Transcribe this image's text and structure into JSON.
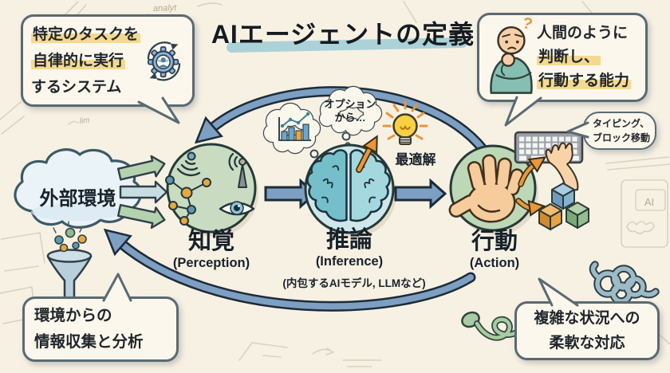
{
  "title": "AIエージェントの定義",
  "bubbles": {
    "top_left": {
      "line1": "特定のタスクを",
      "line2": "自律的に実行",
      "line3": "するシステム"
    },
    "top_right": {
      "question_mark": "?",
      "line1": "人間のように",
      "line2": "判断し、",
      "line3": "行動する能力"
    },
    "typing": {
      "line1": "タイピング、",
      "line2": "ブロック移動"
    },
    "bottom_left": {
      "line1": "環境からの",
      "line2": "情報収集と分析"
    },
    "bottom_right": {
      "line1": "複雑な状況への",
      "line2": "柔軟な対応"
    }
  },
  "nodes": {
    "environment": {
      "label": "外部環境"
    },
    "perception": {
      "label": "知覚",
      "sublabel": "(Perception)"
    },
    "inference": {
      "label": "推論",
      "sublabel": "(Inference)",
      "note": "(内包するAIモデル, LLMなど)"
    },
    "action": {
      "label": "行動",
      "sublabel": "(Action)"
    }
  },
  "thoughts": {
    "options_line1": "オプション",
    "options_line2": "から…",
    "optimal_label": "最適解"
  },
  "sketch": {
    "handwriting_top": "analyt",
    "handwriting_left": "lim",
    "ai_label": "AI"
  },
  "colors": {
    "background": "#f7f1e3",
    "outline_dark": "#1e2d38",
    "bubble_border": "#5a6a72",
    "steel_blue_arrow": "#7d9fc2",
    "green_arrow": "#b5d2ae",
    "pale_blue_arrow": "#c6dde2",
    "perception_green": "#c9dcc1",
    "inference_blue": "#cde7eb",
    "action_green": "#bdd8b6",
    "highlight_yellow": "#f5d98f",
    "highlight_blue": "#abd2d8",
    "orange_accent": "#e8973a",
    "bulb_yellow": "#f7d043",
    "skin": "#f6cc9c"
  }
}
